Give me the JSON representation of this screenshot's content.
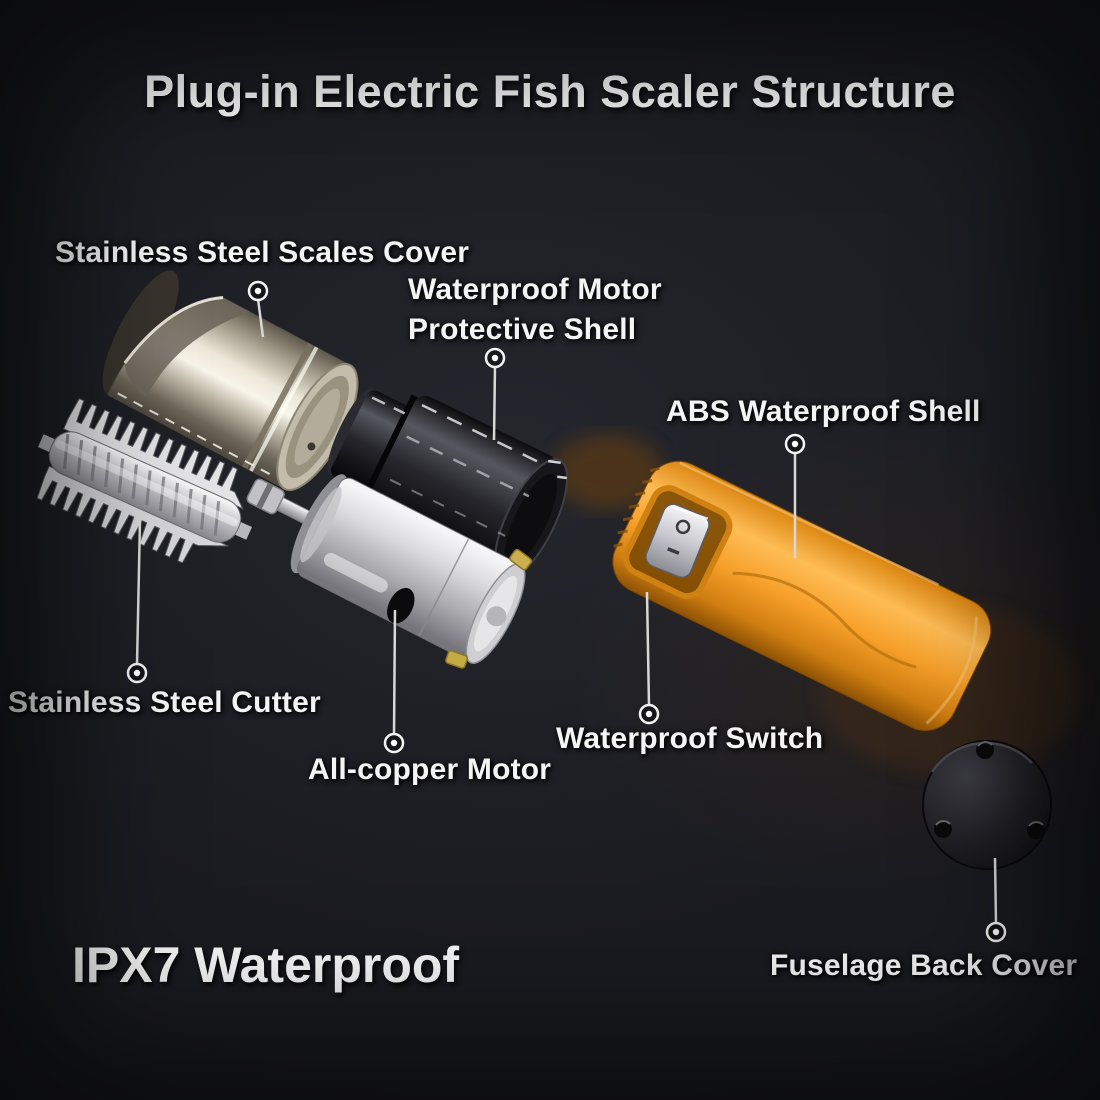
{
  "title": "Plug-in Electric Fish Scaler Structure",
  "waterproof_rating": "IPX7 Waterproof",
  "callouts": {
    "scales_cover": "Stainless Steel Scales Cover",
    "motor_shell_line1": "Waterproof Motor",
    "motor_shell_line2": "Protective Shell",
    "abs_shell": "ABS Waterproof Shell",
    "cutter": "Stainless Steel Cutter",
    "motor": "All-copper Motor",
    "switch": "Waterproof Switch",
    "back_cover": "Fuselage Back Cover"
  },
  "colors": {
    "background": "#17181c",
    "label_text": "#f4f4f4",
    "leader_line": "#d8d8d8",
    "handle_orange": "#f5a02b",
    "steel": "#ece7d8",
    "shell_black": "#1b1b20"
  }
}
